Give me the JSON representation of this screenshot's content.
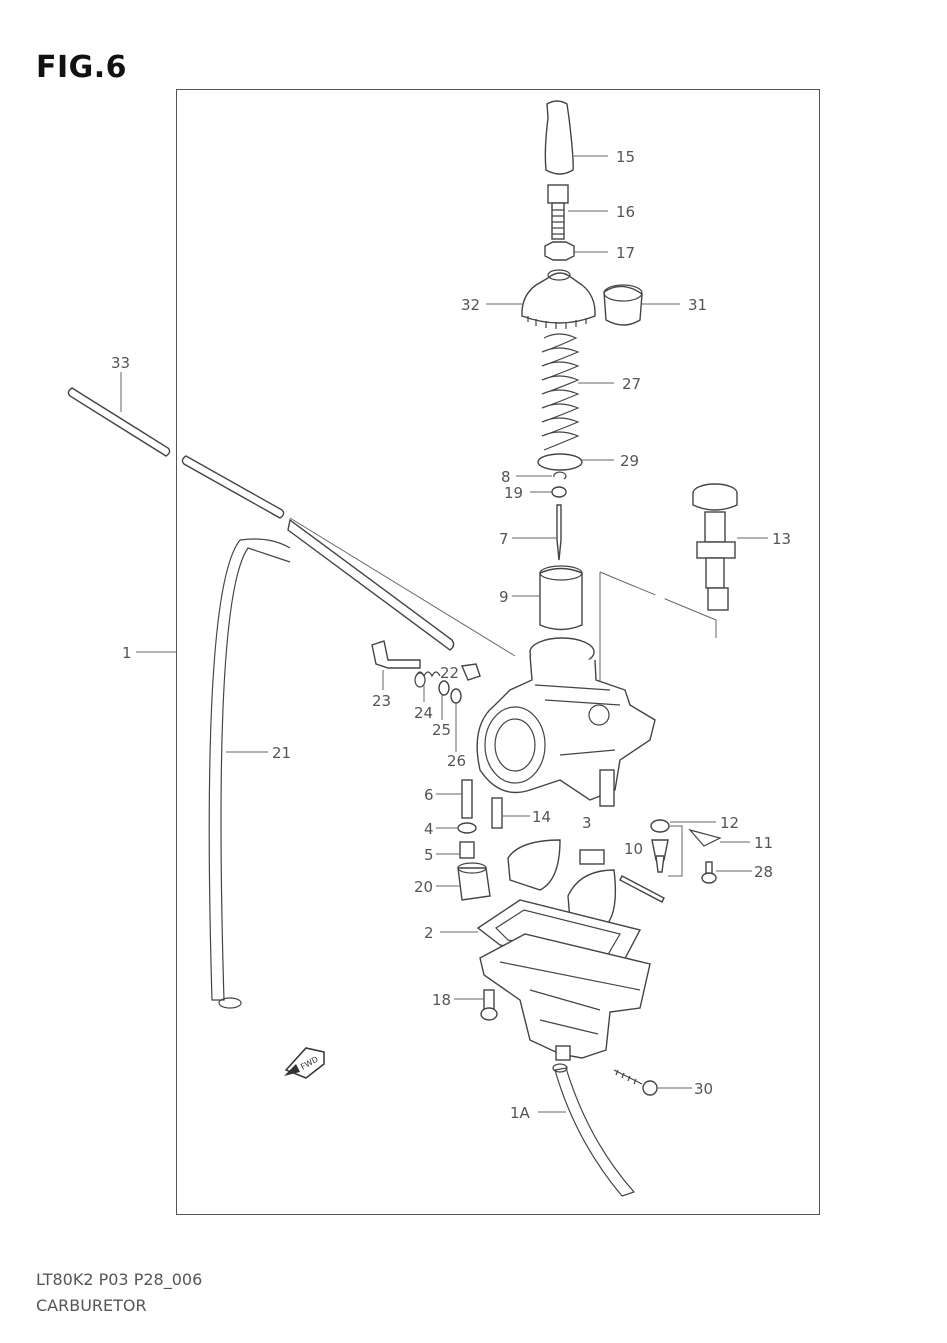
{
  "figure": {
    "title": "FIG.6"
  },
  "footer": {
    "code": "LT80K2 P03 P28_006",
    "name": "CARBURETOR"
  },
  "fwd_badge": "FWD",
  "callouts": [
    {
      "id": "15",
      "label": "15"
    },
    {
      "id": "16",
      "label": "16"
    },
    {
      "id": "17",
      "label": "17"
    },
    {
      "id": "32",
      "label": "32"
    },
    {
      "id": "31",
      "label": "31"
    },
    {
      "id": "33",
      "label": "33"
    },
    {
      "id": "27",
      "label": "27"
    },
    {
      "id": "29",
      "label": "29"
    },
    {
      "id": "8",
      "label": "8"
    },
    {
      "id": "19",
      "label": "19"
    },
    {
      "id": "7",
      "label": "7"
    },
    {
      "id": "13",
      "label": "13"
    },
    {
      "id": "9",
      "label": "9"
    },
    {
      "id": "1",
      "label": "1"
    },
    {
      "id": "22",
      "label": "22"
    },
    {
      "id": "23",
      "label": "23"
    },
    {
      "id": "24",
      "label": "24"
    },
    {
      "id": "25",
      "label": "25"
    },
    {
      "id": "26",
      "label": "26"
    },
    {
      "id": "21",
      "label": "21"
    },
    {
      "id": "6",
      "label": "6"
    },
    {
      "id": "14",
      "label": "14"
    },
    {
      "id": "12",
      "label": "12"
    },
    {
      "id": "4",
      "label": "4"
    },
    {
      "id": "3",
      "label": "3"
    },
    {
      "id": "11",
      "label": "11"
    },
    {
      "id": "5",
      "label": "5"
    },
    {
      "id": "10",
      "label": "10"
    },
    {
      "id": "28",
      "label": "28"
    },
    {
      "id": "20",
      "label": "20"
    },
    {
      "id": "2",
      "label": "2"
    },
    {
      "id": "18",
      "label": "18"
    },
    {
      "id": "30",
      "label": "30"
    },
    {
      "id": "1A",
      "label": "1A"
    }
  ]
}
